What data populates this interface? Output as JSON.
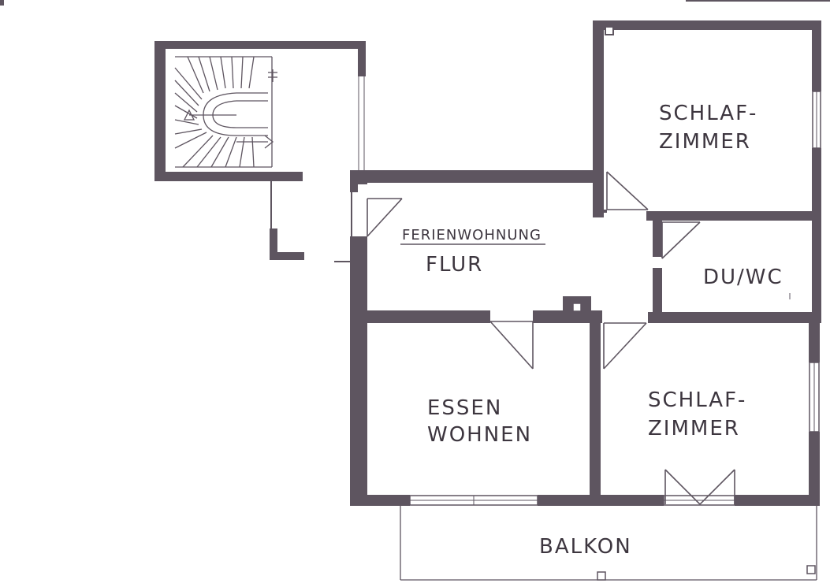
{
  "plan": {
    "apartment_label": "FERIENWOHNUNG",
    "rooms": {
      "flur": "FLUR",
      "schlafzimmer_top_line1": "SCHLAF-",
      "schlafzimmer_top_line2": "ZIMMER",
      "duwc": "DU/WC",
      "essen_line1": "ESSEN",
      "essen_line2": "WOHNEN",
      "schlafzimmer_bottom_line1": "SCHLAF-",
      "schlafzimmer_bottom_line2": "ZIMMER",
      "balkon": "BALKON"
    },
    "colors": {
      "wall": "#5e5560",
      "text": "#3d363f",
      "background": "#ffffff"
    }
  }
}
